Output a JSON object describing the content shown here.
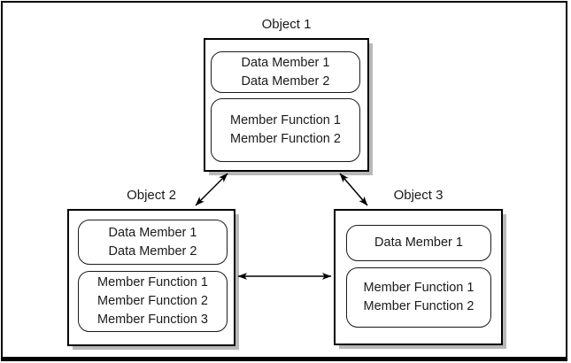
{
  "diagram": {
    "description": "Three objects with data members and member functions communicating via bidirectional arrows"
  },
  "objects": [
    {
      "title": "Object 1",
      "data_members": [
        "Data Member 1",
        "Data Member 2"
      ],
      "member_functions": [
        "Member Function 1",
        "Member Function 2"
      ]
    },
    {
      "title": "Object 2",
      "data_members": [
        "Data Member 1",
        "Data Member 2"
      ],
      "member_functions": [
        "Member Function 1",
        "Member Function 2",
        "Member Function 3"
      ]
    },
    {
      "title": "Object 3",
      "data_members": [
        "Data Member 1"
      ],
      "member_functions": [
        "Member Function 1",
        "Member Function 2"
      ]
    }
  ],
  "connections": [
    {
      "from": "Object 1",
      "to": "Object 2",
      "style": "double-headed-arrow"
    },
    {
      "from": "Object 1",
      "to": "Object 3",
      "style": "double-headed-arrow"
    },
    {
      "from": "Object 2",
      "to": "Object 3",
      "style": "double-headed-arrow"
    }
  ],
  "colors": {
    "background": "#ffffff",
    "stroke": "#000000",
    "text": "#1a1a1a",
    "shadow": "#b8b8b8"
  }
}
